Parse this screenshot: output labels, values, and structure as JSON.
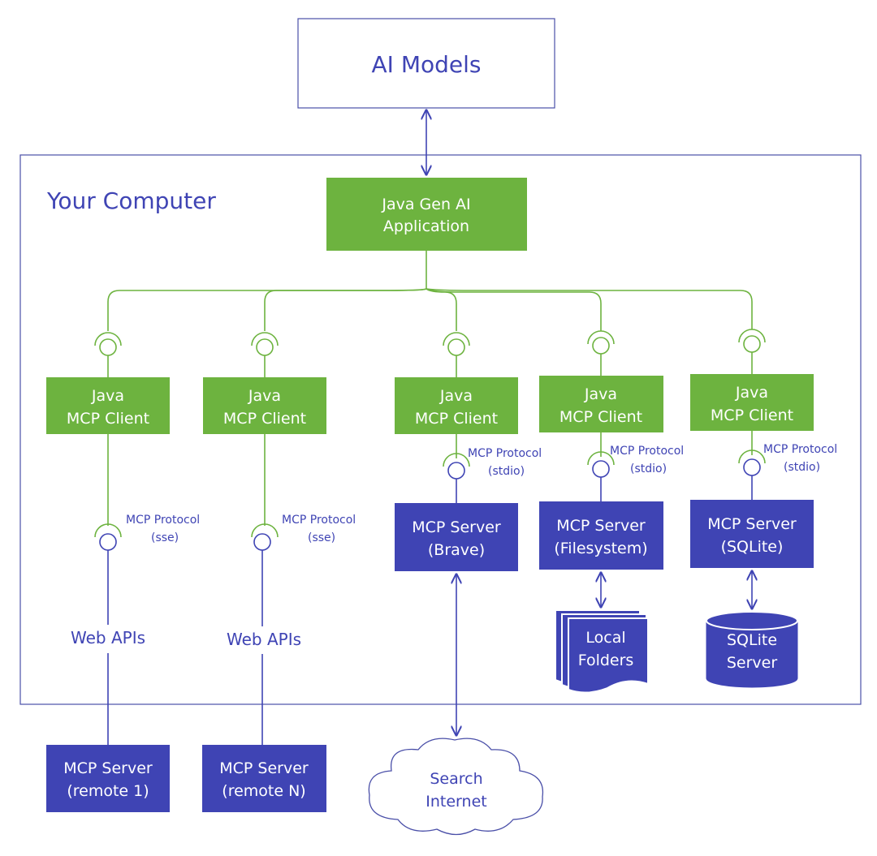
{
  "colors": {
    "blue": "#3f44b4",
    "green": "#6db33f",
    "border": "#4a4fa8",
    "text_white": "#ffffff"
  },
  "ai_models": {
    "label": "AI Models"
  },
  "computer": {
    "label": "Your Computer"
  },
  "app": {
    "line1": "Java Gen AI",
    "line2": "Application"
  },
  "clients": [
    {
      "line1": "Java",
      "line2": "MCP Client"
    },
    {
      "line1": "Java",
      "line2": "MCP Client"
    },
    {
      "line1": "Java",
      "line2": "MCP Client"
    },
    {
      "line1": "Java",
      "line2": "MCP Client"
    },
    {
      "line1": "Java",
      "line2": "MCP Client"
    }
  ],
  "protocols": [
    {
      "line1": "MCP Protocol",
      "line2": "(sse)"
    },
    {
      "line1": "MCP Protocol",
      "line2": "(sse)"
    },
    {
      "line1": "MCP Protocol",
      "line2": "(stdio)"
    },
    {
      "line1": "MCP Protocol",
      "line2": "(stdio)"
    },
    {
      "line1": "MCP Protocol",
      "line2": "(stdio)"
    }
  ],
  "web_apis": [
    "Web APIs",
    "Web APIs"
  ],
  "local_servers": [
    {
      "line1": "MCP Server",
      "line2": "(Brave)"
    },
    {
      "line1": "MCP Server",
      "line2": "(Filesystem)"
    },
    {
      "line1": "MCP Server",
      "line2": "(SQLite)"
    }
  ],
  "remote_servers": [
    {
      "line1": "MCP Server",
      "line2": "(remote 1)"
    },
    {
      "line1": "MCP Server",
      "line2": "(remote N)"
    }
  ],
  "folders": {
    "line1": "Local",
    "line2": "Folders"
  },
  "sqlite_db": {
    "line1": "SQLite",
    "line2": "Server"
  },
  "cloud": {
    "line1": "Search",
    "line2": "Internet"
  }
}
